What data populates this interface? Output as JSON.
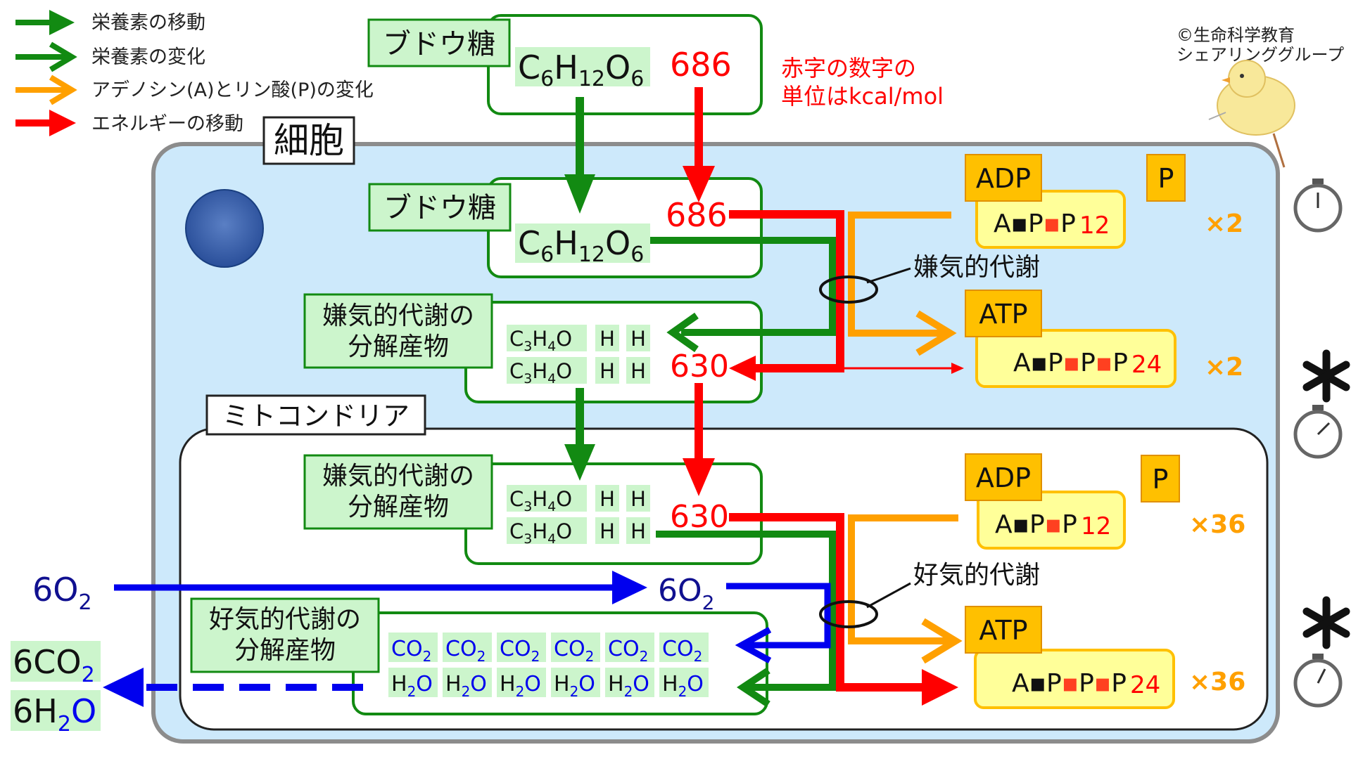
{
  "legend": {
    "items": [
      {
        "label": "栄養素の移動",
        "color": "#128a12",
        "kind": "filled"
      },
      {
        "label": "栄養素の変化",
        "color": "#128a12",
        "kind": "open"
      },
      {
        "label": "アデノシン(A)とリン酸(P)の変化",
        "color": "#ffa000",
        "kind": "open"
      },
      {
        "label": "エネルギーの移動",
        "color": "#ff0000",
        "kind": "filled"
      }
    ]
  },
  "copyright": {
    "line1": "©生命科学教育",
    "line2": "シェアリンググループ"
  },
  "units_note": {
    "line1": "赤字の数字の",
    "line2": "単位はkcal/mol"
  },
  "labels": {
    "cell": "細胞",
    "mitochondria": "ミトコンドリア"
  },
  "glucose": {
    "name": "ブドウ糖",
    "energy_outside": "686",
    "energy_inside": "686"
  },
  "anaerobic_products": {
    "line1": "嫌気的代謝の",
    "line2": "分解産物",
    "h": "H",
    "energy": "630"
  },
  "aerobic_products": {
    "line1": "好気的代謝の",
    "line2": "分解産物"
  },
  "oxygen": "6O",
  "outputs": {
    "co2": "6CO",
    "h2o": "6H",
    "h2o_tail": "O"
  },
  "processes": {
    "anaerobic": "嫌気的代謝",
    "aerobic": "好気的代謝"
  },
  "adp_atp": {
    "adp": "ADP",
    "p": "P",
    "atp": "ATP",
    "adp_energy": "12",
    "atp_energy": "24",
    "mult_anaerobic": "×2",
    "mult_aerobic": "×36"
  },
  "colors": {
    "green": "#128a12",
    "red": "#ff0000",
    "orange": "#ffa000",
    "blue": "#0000ee",
    "navy": "#101090",
    "cell_fill": "#cde9fb",
    "label_fill": "#ccf5cc",
    "yellow_fill": "#ffff99",
    "orange_fill": "#ffc000"
  }
}
